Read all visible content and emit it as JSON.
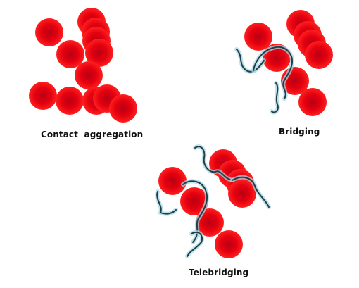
{
  "captions": {
    "contact_aggregation": "Contact  aggregation",
    "bridging": "Bridging",
    "telebridging": "Telebridging"
  },
  "colors": {
    "particle_center": "#b80014",
    "particle_edge": "#ff1a1a",
    "chain": "#1f3f47",
    "chain_glow": "#a9d6e3",
    "background": "#ffffff"
  },
  "panels": [
    {
      "name": "contact-aggregation",
      "particle_count": 12,
      "polymer_chain_count": 0
    },
    {
      "name": "bridging",
      "particle_count": 8,
      "polymer_chain_count": 3
    },
    {
      "name": "telebridging",
      "particle_count": 8,
      "polymer_chain_count": 5
    }
  ]
}
